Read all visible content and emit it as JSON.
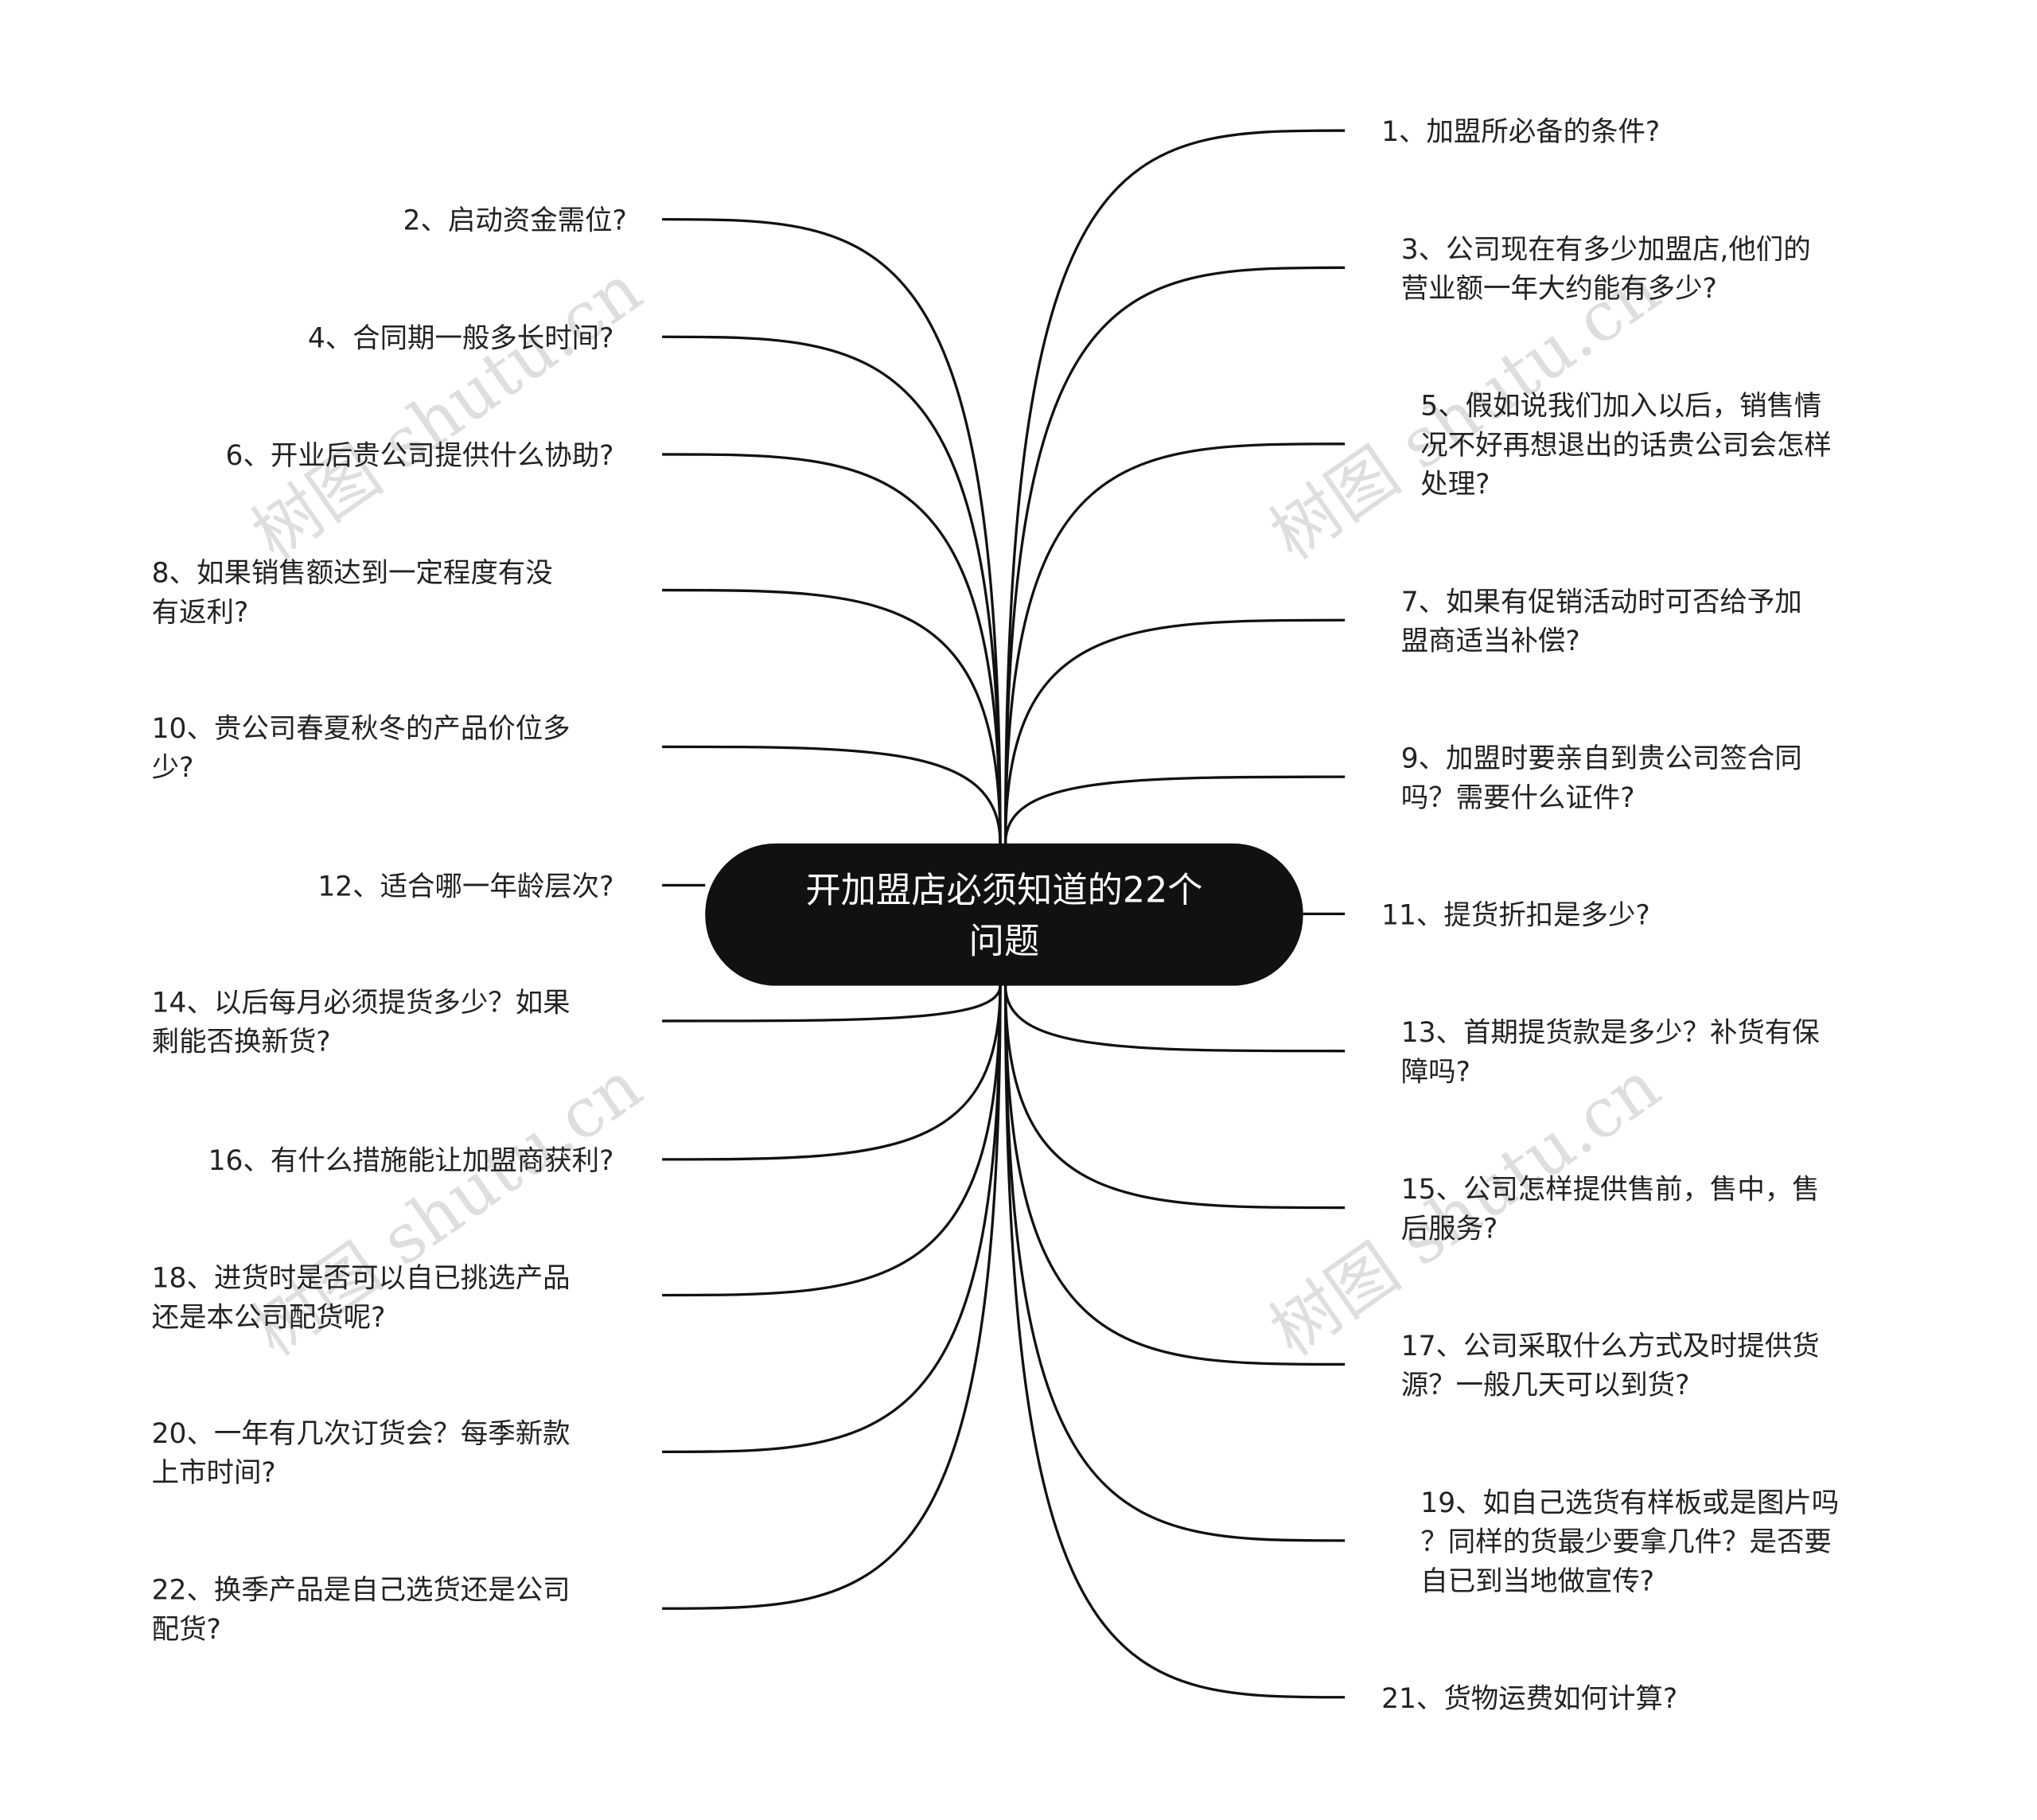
{
  "title": {
    "lines": [
      "开加盟店必须知道的22个",
      "问题"
    ]
  },
  "watermark": "树图 shutu.cn",
  "colors": {
    "hub": "#111111",
    "line": "#111111",
    "text": "#222222",
    "watermark": "#d9d9d9"
  },
  "items": [
    {
      "lines": [
        "1、加盟所必备的条件?"
      ]
    },
    {
      "lines": [
        "2、启动资金需位?"
      ]
    },
    {
      "lines": [
        "3、公司现在有多少加盟店,他们的",
        "营业额一年大约能有多少?"
      ]
    },
    {
      "lines": [
        "4、合同期一般多长时间?"
      ]
    },
    {
      "lines": [
        "5、假如说我们加入以后，销售情",
        "况不好再想退出的话贵公司会怎样",
        "处理?"
      ]
    },
    {
      "lines": [
        "6、开业后贵公司提供什么协助?"
      ]
    },
    {
      "lines": [
        "7、如果有促销活动时可否给予加",
        "盟商适当补偿?"
      ]
    },
    {
      "lines": [
        "8、如果销售额达到一定程度有没",
        "有返利?"
      ]
    },
    {
      "lines": [
        "9、加盟时要亲自到贵公司签合同",
        "吗？需要什么证件?"
      ]
    },
    {
      "lines": [
        "10、贵公司春夏秋冬的产品价位多",
        "少?"
      ]
    },
    {
      "lines": [
        "11、提货折扣是多少?"
      ]
    },
    {
      "lines": [
        "12、适合哪一年龄层次?"
      ]
    },
    {
      "lines": [
        "13、首期提货款是多少？补货有保",
        "障吗?"
      ]
    },
    {
      "lines": [
        "14、以后每月必须提货多少？如果",
        "剩能否换新货?"
      ]
    },
    {
      "lines": [
        "15、公司怎样提供售前，售中，售",
        "后服务?"
      ]
    },
    {
      "lines": [
        "16、有什么措施能让加盟商获利?"
      ]
    },
    {
      "lines": [
        "17、公司采取什么方式及时提供货",
        "源？一般几天可以到货?"
      ]
    },
    {
      "lines": [
        "18、进货时是否可以自已挑选产品",
        "还是本公司配货呢?"
      ]
    },
    {
      "lines": [
        "19、如自己选货有样板或是图片吗",
        "？同样的货最少要拿几件？是否要",
        "自已到当地做宣传?"
      ]
    },
    {
      "lines": [
        "20、一年有几次订货会？每季新款",
        "上市时间?"
      ]
    },
    {
      "lines": [
        "21、货物运费如何计算?"
      ]
    },
    {
      "lines": [
        "22、换季产品是自己选货还是公司",
        "配货?"
      ]
    }
  ]
}
